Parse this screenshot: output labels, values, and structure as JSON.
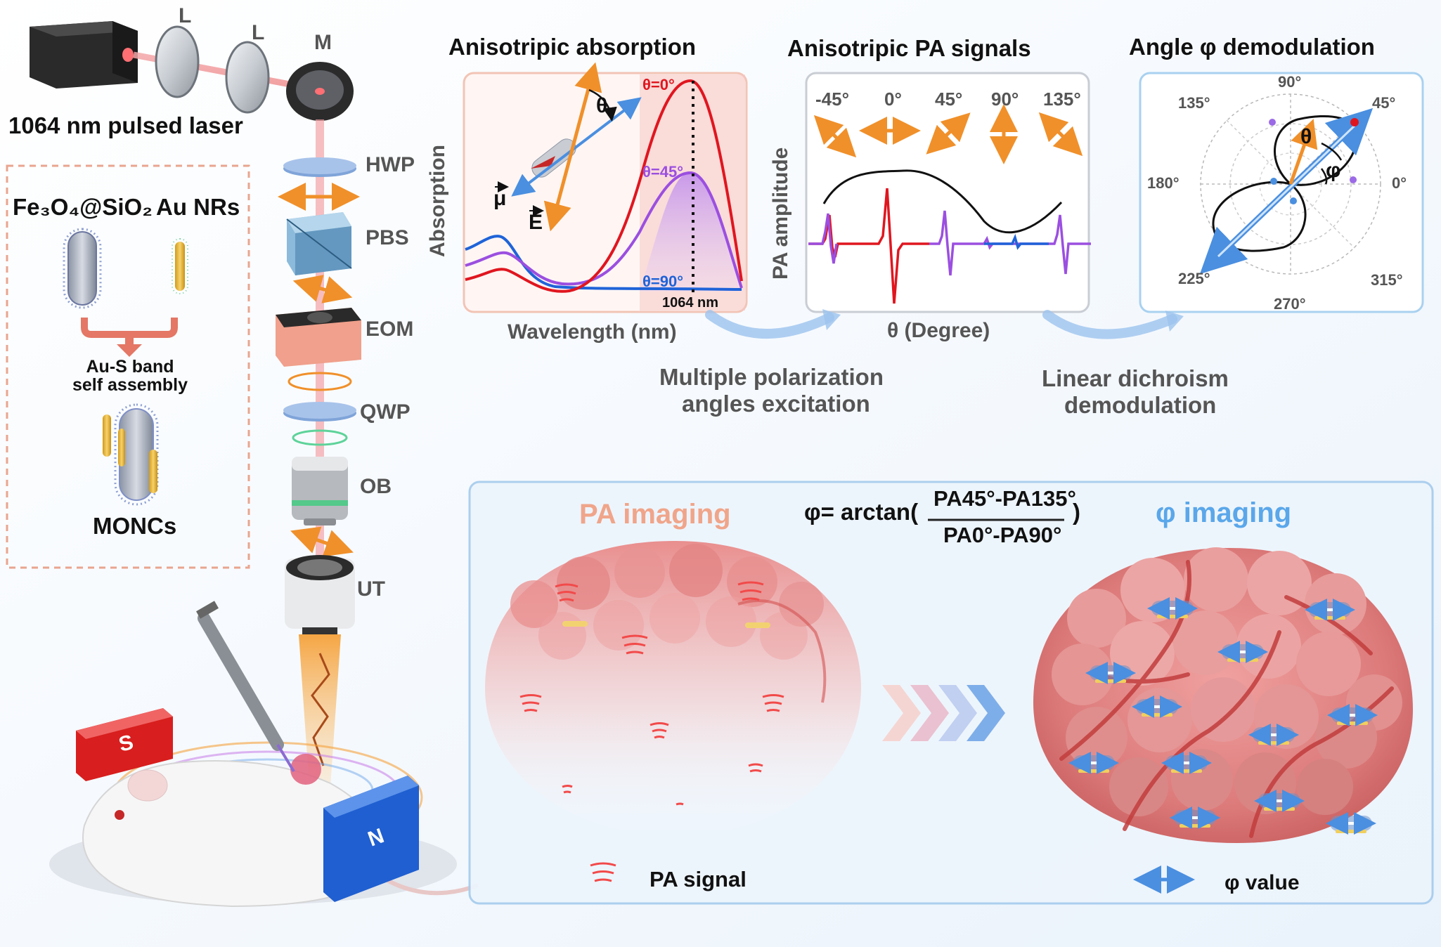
{
  "setup": {
    "laser_label": "1064 nm pulsed laser",
    "lens1": "L",
    "lens2": "L",
    "mirror": "M",
    "optics": [
      "HWP",
      "PBS",
      "EOM",
      "QWP",
      "OB",
      "UT"
    ]
  },
  "synthesis": {
    "mat1": "Fe₃O₄@SiO₂",
    "mat2": "Au NRs",
    "step_line1": "Au-S band",
    "step_line2": "self assembly",
    "product": "MONCs"
  },
  "absorption_panel": {
    "title": "Anisotripic absorption",
    "ylabel": "Absorption",
    "xlabel": "Wavelength (nm)",
    "curve_labels": [
      "θ=0°",
      "θ=45°",
      "θ=90°"
    ],
    "marker": "1064 nm",
    "vec_mu": "μ",
    "vec_E": "E",
    "theta": "θ",
    "colors": {
      "c0": "#e0161f",
      "c45": "#9b4fe0",
      "c90": "#1f63d8"
    }
  },
  "pa_panel": {
    "title": "Anisotripic PA signals",
    "ylabel": "PA amplitude",
    "xlabel": "θ (Degree)",
    "angles": [
      "-45°",
      "0°",
      "45°",
      "90°",
      "135°"
    ]
  },
  "polar_panel": {
    "title": "Angle φ demodulation",
    "angle_labels": [
      "90°",
      "45°",
      "0°",
      "135°",
      "180°",
      "225°",
      "270°",
      "315°"
    ],
    "theta": "θ",
    "phi": "φ"
  },
  "steps": {
    "excitation_line1": "Multiple polarization",
    "excitation_line2": "angles excitation",
    "demod_line1": "Linear dichroism",
    "demod_line2": "demodulation"
  },
  "imaging": {
    "pa_title": "PA imaging",
    "phi_title": "φ imaging",
    "formula_lhs": "φ= arctan(",
    "formula_num": "PA45°-PA135°",
    "formula_den": "PA0°-PA90°",
    "formula_rhs": ")",
    "legend_pa": "PA signal",
    "legend_phi": "φ value",
    "pa_color": "#f0a58a",
    "phi_color": "#5aa7ea"
  }
}
